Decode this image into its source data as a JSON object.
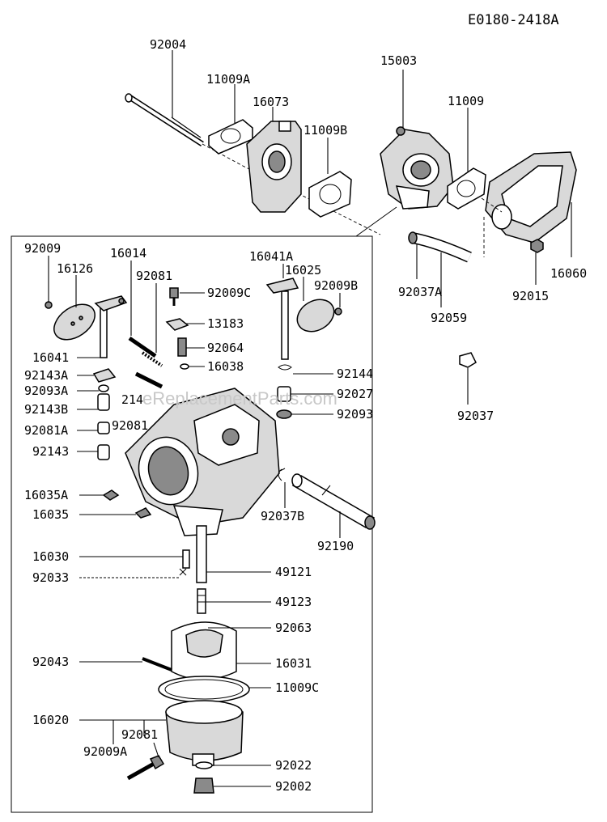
{
  "diagram_code": "E0180-2418A",
  "watermark": "eReplacementParts.com",
  "labels": {
    "p92004": "92004",
    "p11009A": "11009A",
    "p16073": "16073",
    "p11009B": "11009B",
    "p15003": "15003",
    "p11009": "11009",
    "p16060": "16060",
    "p92015": "92015",
    "p92037A": "92037A",
    "p92059": "92059",
    "p92037": "92037",
    "p92009": "92009",
    "p16126": "16126",
    "p16014": "16014",
    "p92081a": "92081",
    "p92009C": "92009C",
    "p16041A": "16041A",
    "p16025": "16025",
    "p92009B": "92009B",
    "p13183": "13183",
    "p92064": "92064",
    "p16038": "16038",
    "p16041": "16041",
    "p92143A": "92143A",
    "p92093A": "92093A",
    "p214": "214",
    "p92143B": "92143B",
    "p92081A": "92081A",
    "p92081b": "92081",
    "p92143": "92143",
    "p92144": "92144",
    "p92027": "92027",
    "p92093": "92093",
    "p16035A": "16035A",
    "p16035": "16035",
    "p92037B": "92037B",
    "p92190": "92190",
    "p16030": "16030",
    "p92033": "92033",
    "p49121": "49121",
    "p49123": "49123",
    "p92063": "92063",
    "p92043": "92043",
    "p16031": "16031",
    "p11009C": "11009C",
    "p16020": "16020",
    "p92081c": "92081",
    "p92009A": "92009A",
    "p92022": "92022",
    "p92002": "92002"
  }
}
